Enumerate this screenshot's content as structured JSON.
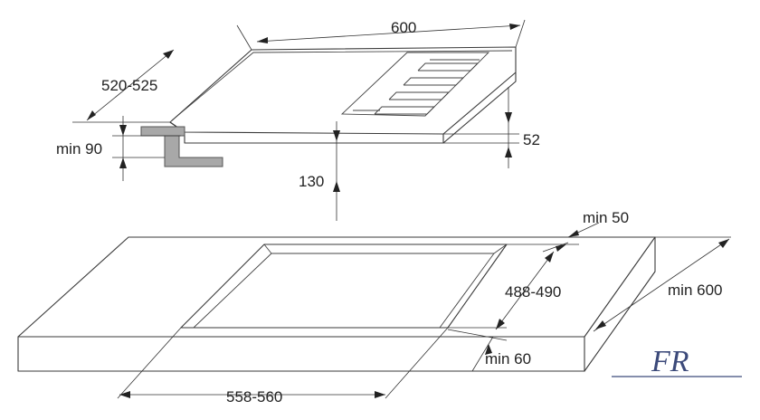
{
  "labels": {
    "hob_width": "600",
    "hob_depth": "520-525",
    "min_below": "min 90",
    "cut_clearance": "130",
    "hob_height": "52",
    "min_back": "min 50",
    "cut_depth": "488-490",
    "counter_depth": "min 600",
    "min_front": "min 60",
    "cut_width": "558-560",
    "logo": "FR"
  },
  "colors": {
    "line": "#3a3a3a",
    "bracket": "#a8a8a8",
    "logo": "#3c4a7a"
  }
}
